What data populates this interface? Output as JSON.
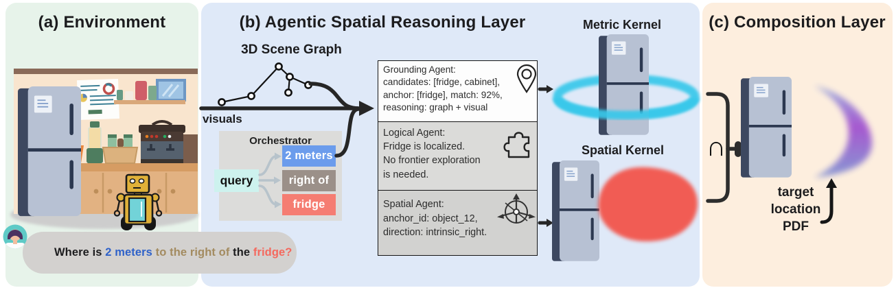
{
  "panels": {
    "environment": {
      "title": "(a) Environment",
      "bg": "#e7f3ea"
    },
    "reasoning": {
      "title": "(b) Agentic Spatial Reasoning Layer",
      "bg": "#dfe9f8"
    },
    "composition": {
      "title": "(c) Composition Layer",
      "bg": "#fdeede"
    }
  },
  "scene_graph": {
    "label": "3D Scene Graph"
  },
  "visuals": {
    "label": "visuals"
  },
  "orchestrator": {
    "title": "Orchestrator",
    "query_label": "query",
    "tokens": [
      {
        "label": "2 meters",
        "color": "#6b9cec"
      },
      {
        "label": "right of",
        "color": "#9b9089"
      },
      {
        "label": "fridge",
        "color": "#f57d72"
      }
    ]
  },
  "agents": {
    "grounding": {
      "title": "Grounding Agent:",
      "lines": [
        "candidates: [fridge, cabinet],",
        "anchor: [fridge], match: 92%,",
        "reasoning: graph + visual"
      ],
      "icon": "map-pin-icon"
    },
    "logical": {
      "title": "Logical Agent:",
      "lines": [
        "Fridge is localized.",
        "No frontier exploration",
        "is needed."
      ],
      "icon": "puzzle-piece-icon"
    },
    "spatial": {
      "title": "Spatial Agent:",
      "lines": [
        "anchor_id: object_12,",
        "direction: intrinsic_right."
      ],
      "icon": "compass-icon"
    }
  },
  "kernels": {
    "metric": {
      "label": "Metric Kernel",
      "ring_color": "#38c8ea"
    },
    "spatial": {
      "label": "Spatial Kernel",
      "blob_color": "#f25850"
    }
  },
  "composition": {
    "intersection_symbol": "∩",
    "target_label_lines": [
      "target",
      "location",
      "PDF"
    ],
    "pdf_gradient": [
      "#94a8dd",
      "#a251cf",
      "#8093d2"
    ]
  },
  "question": {
    "segments": [
      {
        "text": "Where is ",
        "color": "#1d1d1f"
      },
      {
        "text": "2 meters",
        "color": "#2f62c9"
      },
      {
        "text": " to the right of ",
        "color": "#a38b60"
      },
      {
        "text": "the ",
        "color": "#1d1d1f"
      },
      {
        "text": "fridge?",
        "color": "#f4695e"
      }
    ]
  }
}
